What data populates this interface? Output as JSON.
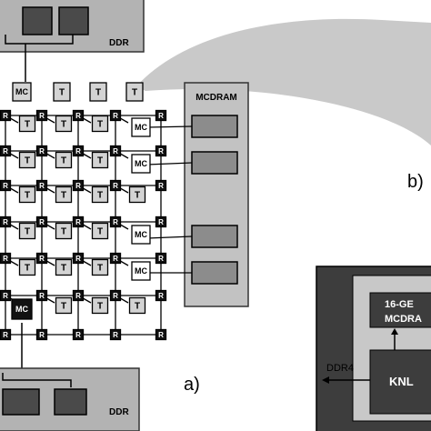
{
  "top_memory": {
    "label": "DDR"
  },
  "bottom_memory": {
    "label": "DDR"
  },
  "mcdram_panel": {
    "title": "MCDRAM"
  },
  "labels": {
    "tile": "T",
    "router": "R",
    "memory_controller": "MC"
  },
  "panel_markers": {
    "a": "a)",
    "b": "b)"
  },
  "knl_package": {
    "mcdram_line1": "16-GE",
    "mcdram_line2": "MCDRA",
    "knl_label": "KNL",
    "ddr4_label": "DDR4"
  },
  "colors": {
    "panel_gray": "#b3b3b3",
    "tile_fill": "#d3d3d3",
    "router_fill": "#111111",
    "mc_dark_fill": "#111111",
    "mcdram_module": "#8c8c8c",
    "ddr_chip": "#4a4a4a",
    "knl_outer": "#3d3d3d",
    "knl_inner": "#c8c8c8",
    "zoom_wedge": "#c9c9c9"
  }
}
